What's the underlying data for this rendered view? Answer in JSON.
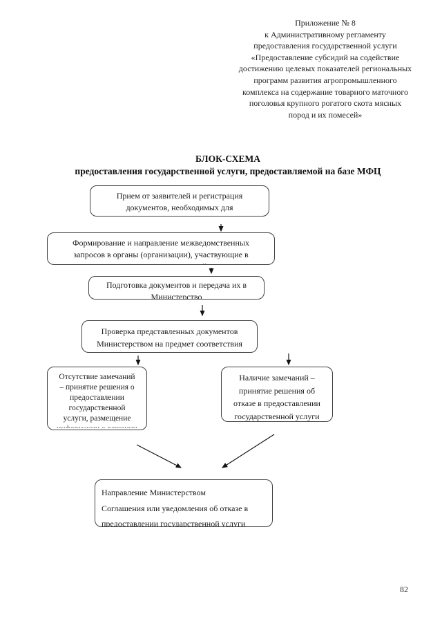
{
  "document": {
    "appendix": {
      "lines": [
        "Приложение № 8",
        "к Административному регламенту",
        "предоставления государственной услуги",
        "«Предоставление субсидий на содействие",
        "достижению целевых показателей региональных",
        "программ развития агропромышленного",
        "комплекса на содержание товарного маточного",
        "поголовья крупного рогатого скота мясных",
        "пород и их помесей»"
      ]
    },
    "title": {
      "line1": "БЛОК-СХЕМА",
      "line2": "предоставления государственной услуги, предоставляемой на базе МФЦ"
    },
    "page_number": "82"
  },
  "flowchart": {
    "box1": {
      "lines": [
        "Прием от заявителей и регистрация",
        "документов, необходимых для"
      ]
    },
    "box2": {
      "lines": [
        "Формирование и направление межведомственных",
        "запросов в органы (организации), участвующие в"
      ],
      "clipped": "предоставлении государственной услуги"
    },
    "box3": {
      "lines": [
        "Подготовка документов и передача их в"
      ],
      "clipped": "Министерство"
    },
    "box4": {
      "lines": [
        "Проверка представленных документов",
        "Министерством на предмет соответствия"
      ]
    },
    "box5": {
      "lines": [
        "Отсутствие замечаний",
        "– принятие решения о",
        "предоставлении",
        "государственной",
        "услуги, размещение"
      ],
      "clipped": "информации о решении"
    },
    "box6": {
      "lines": [
        "Наличие замечаний –",
        "принятие решения об",
        "отказе в предоставлении",
        "государственной услуги"
      ]
    },
    "box7": {
      "lines": [
        "Направление Министерством",
        "Соглашения или уведомления об отказе в",
        "предоставлении государственной услуги"
      ]
    }
  }
}
